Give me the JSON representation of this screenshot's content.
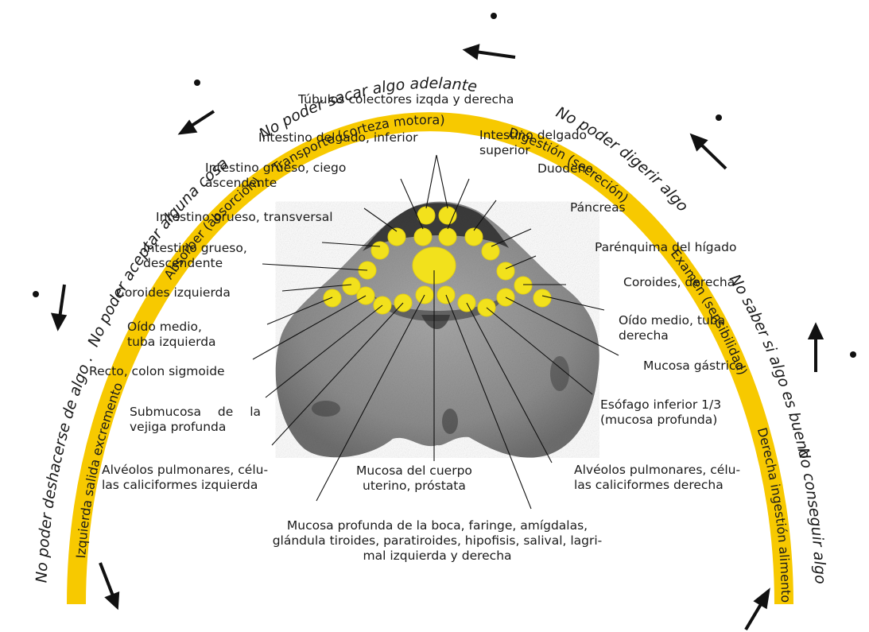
{
  "arc_functions": {
    "intake": "Derecha ingestión alimento",
    "exam": "Examen (sensibilidad)",
    "digestion": "Digestión (secreción)",
    "transport": "Transporte (corteza motora)",
    "absorb": "Absorber (absorción)",
    "excrete": "Izquierda salida excremento"
  },
  "conflicts": {
    "no_conseguir": "No conseguir algo",
    "no_saber": "No saber si algo es bueno",
    "no_digerir": "No poder digerir algo",
    "no_sacar": "No poder sacar algo adelante",
    "no_aceptar": "No poder aceptar alguna cosa",
    "no_deshacerse": "No poder deshacerse de algo ."
  },
  "organ_labels": {
    "tubulos": "Túbulos colectores izqda y derecha",
    "int_delgado_inferior": "Intestino delgado, inferior",
    "int_delgado_superior": [
      "Intestino delgado",
      "superior"
    ],
    "duodeno": "Duodeno",
    "grueso_ciego": [
      "Intestino grueso, ciego",
      "ascendente"
    ],
    "grueso_transversal": "Intestino grueso, transversal",
    "pancreas": "Páncreas",
    "grueso_descendente": [
      "Intestino grueso,",
      "descendente"
    ],
    "higado": "Parénquima del hígado",
    "coroides_izq": "Coroides izquierda",
    "coroides_der": "Coroides, derecha",
    "oido_izq": [
      "Oído medio,",
      "tuba izquierda"
    ],
    "oido_der": [
      "Oído medio, tuba",
      "derecha"
    ],
    "recto": "Recto, colon sigmoide",
    "mucosa_gastrica": "Mucosa gástrica",
    "submucosa": [
      "Submucosa de la",
      "vejiga profunda"
    ],
    "esofago": [
      "Esófago inferior 1/3",
      "(mucosa profunda)"
    ],
    "alveolos_izq": [
      "Alvéolos pulmonares, célu-",
      "las caliciformes izquierda"
    ],
    "utero": [
      "Mucosa del cuerpo",
      "uterino, próstata"
    ],
    "alveolos_der": [
      "Alvéolos pulmonares, célu-",
      "las caliciformes derecha"
    ],
    "boca": [
      "Mucosa profunda de la boca, faringe, amígdalas,",
      "glándula tiroides, paratiroides, hipofisis, salival, lagri-",
      "mal izquierda y derecha"
    ]
  },
  "colors": {
    "arc": "#F7C900",
    "nucleus": "#F2E11C",
    "brainstem": "#8d8d8d",
    "text": "#1a1a1a"
  }
}
